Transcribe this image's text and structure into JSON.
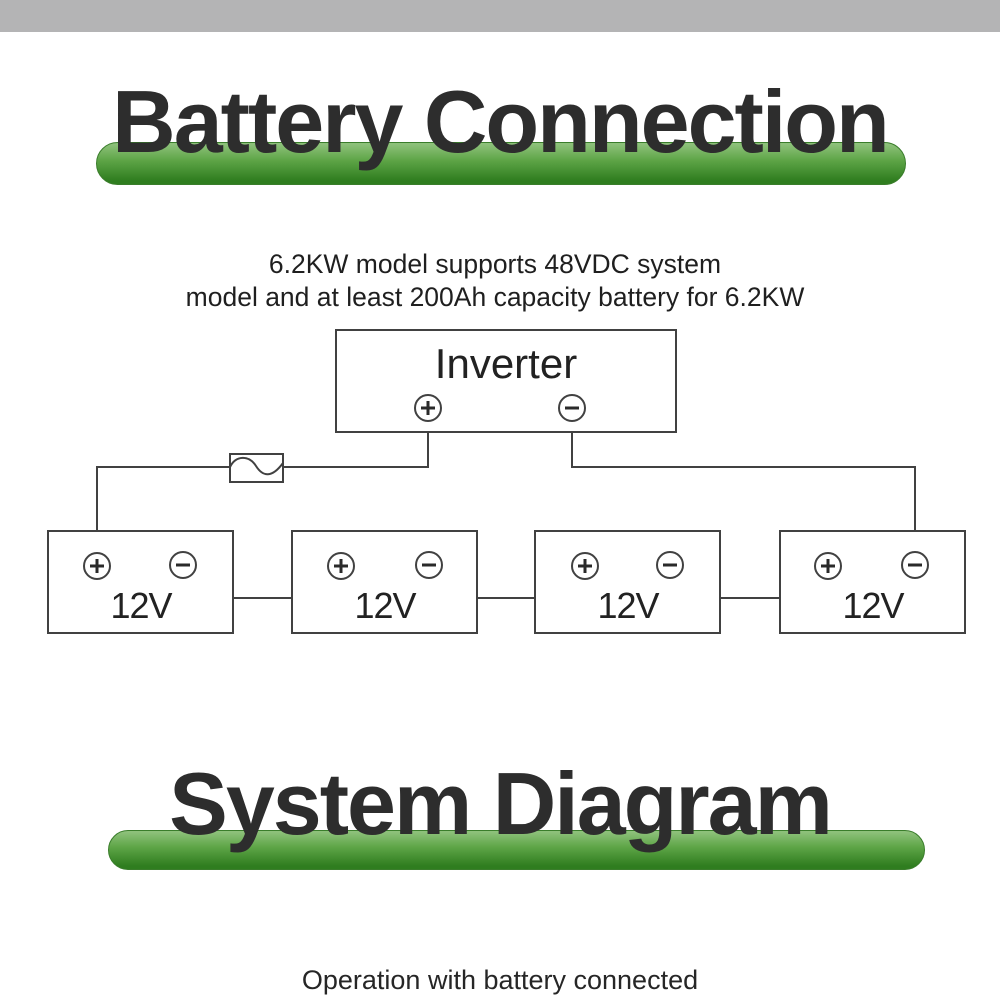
{
  "headings": {
    "battery": "Battery Connection",
    "system": "System Diagram"
  },
  "subtitle": {
    "line1": "6.2KW model supports 48VDC system",
    "line2": "model and at least 200Ah capacity battery for 6.2KW"
  },
  "diagram": {
    "inverter": {
      "label": "Inverter",
      "terminals": [
        "+",
        "−"
      ]
    },
    "fuse": "breaker-sine-wave",
    "batteries": [
      {
        "label": "12V",
        "terminals": [
          "+",
          "−"
        ]
      },
      {
        "label": "12V",
        "terminals": [
          "+",
          "−"
        ]
      },
      {
        "label": "12V",
        "terminals": [
          "+",
          "−"
        ]
      },
      {
        "label": "12V",
        "terminals": [
          "+",
          "−"
        ]
      }
    ],
    "connection": "series"
  },
  "footer": {
    "caption": "Operation with battery connected"
  },
  "icons": {
    "plus_terminal": "plus-in-circle",
    "minus_terminal": "minus-in-circle",
    "fuse": "sine-wave-breaker"
  },
  "colors": {
    "bg": "#ffffff",
    "top-bar": "#b4b4b5",
    "heading": "#2d2d2d",
    "text": "#2a2a2a",
    "wire": "#414141",
    "green-light": "#8dc17a",
    "green-mid": "#5ea547",
    "green-dark": "#2f7d1f",
    "green-edge": "#3a7d2b"
  }
}
